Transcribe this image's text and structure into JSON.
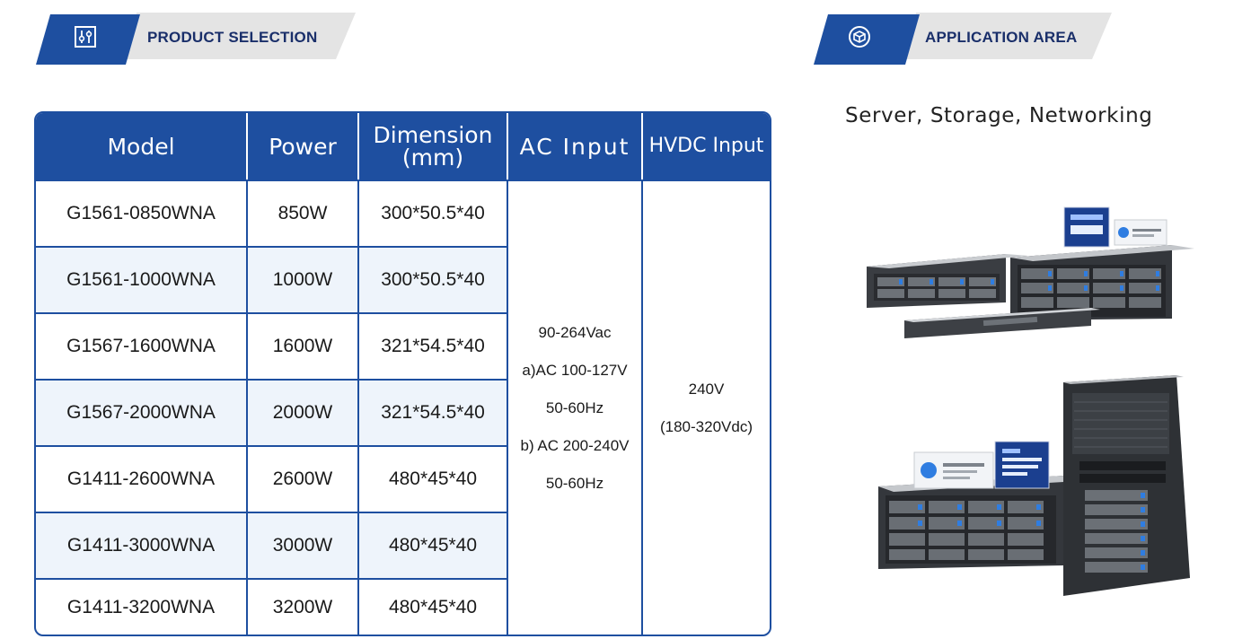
{
  "product_selection": {
    "title": "PRODUCT SELECTION",
    "icon": "sliders-icon"
  },
  "application_area": {
    "title": "APPLICATION AREA",
    "icon": "cube-icon",
    "text": "Server, Storage, Networking",
    "images": [
      "rack-server-image",
      "tower-server-image"
    ]
  },
  "table": {
    "headers": {
      "model": "Model",
      "power": "Power",
      "dimension_line1": "Dimension",
      "dimension_line2": "(mm)",
      "ac_input": "AC Input",
      "hvdc_input": "HVDC Input"
    },
    "rows": [
      {
        "model": "G1561-0850WNA",
        "power": "850W",
        "dimension": "300*50.5*40"
      },
      {
        "model": "G1561-1000WNA",
        "power": "1000W",
        "dimension": "300*50.5*40"
      },
      {
        "model": "G1567-1600WNA",
        "power": "1600W",
        "dimension": "321*54.5*40"
      },
      {
        "model": "G1567-2000WNA",
        "power": "2000W",
        "dimension": "321*54.5*40"
      },
      {
        "model": "G1411-2600WNA",
        "power": "2600W",
        "dimension": "480*45*40"
      },
      {
        "model": "G1411-3000WNA",
        "power": "3000W",
        "dimension": "480*45*40"
      },
      {
        "model": "G1411-3200WNA",
        "power": "3200W",
        "dimension": "480*45*40"
      }
    ],
    "ac_input_lines": [
      "90-264Vac",
      "a)AC 100-127V",
      "50-60Hz",
      "b) AC 200-240V",
      "50-60Hz"
    ],
    "hvdc_input_lines": [
      "240V",
      "(180-320Vdc)"
    ]
  },
  "colors": {
    "primary_blue": "#1e4fa0",
    "row_alt": "#eef4fb",
    "banner_grey": "#e4e4e4"
  }
}
